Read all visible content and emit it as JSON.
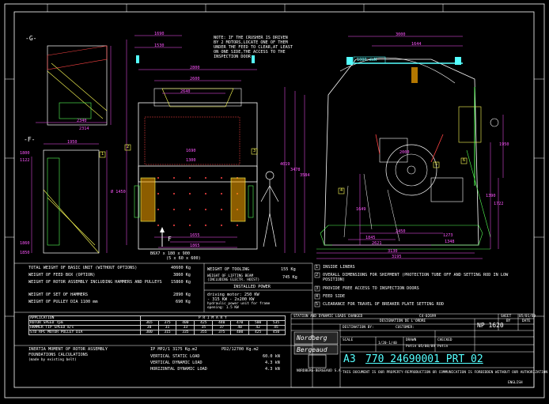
{
  "sheet": {
    "section_G": "-G-",
    "section_F": "-F-",
    "note": [
      "NOTE: IF THE CRUSHER IS DRIVEN",
      "BY 2 MOTORS,LOCATE ONE OF THEM",
      "UNDER THE FEED TO CLEAR,AT LEAST",
      "ON ONE SIDE,THE ACCESS TO THE",
      "INSPECTION DOOR"
    ],
    "force_label": "1000 daN",
    "arrow_F": "F",
    "dims_top": [
      "1690",
      "1530",
      "2800",
      "2600",
      "2640",
      "3000",
      "1644"
    ],
    "dims_front": [
      "2340",
      "1690",
      "1655",
      "1865",
      "1300"
    ],
    "dims_side": [
      "2450",
      "2000",
      "1845",
      "2621",
      "1273",
      "3130",
      "3195",
      "1348"
    ],
    "dims_vertical": [
      "4019",
      "3478",
      "3584",
      "1950",
      "1722",
      "1390",
      "1649"
    ],
    "dim_misc": [
      "2314",
      "1122",
      "1800",
      "1860",
      "1850",
      "1950",
      "Ø 1450",
      "B6X7 x 180 x 900",
      "(5 x 60 x 600)"
    ],
    "markers": [
      "1",
      "2",
      "3",
      "4",
      "5",
      "6"
    ],
    "spec_left": [
      [
        "TOTAL WEIGHT OF BASIC UNIT (WITHOUT OPTIONS)",
        "40600 Kg"
      ],
      [
        "WEIGHT OF FEED BOX (OPTION)",
        "3860 Kg"
      ],
      [
        "WEIGHT OF ROTOR ASSEMBLY INCLUDING HAMMERS AND PULLEYS",
        "15860 Kg"
      ],
      [
        "WEIGHT OF SET OF HAMMERS",
        "2890 Kg"
      ],
      [
        "WEIGHT OF PULLEY DIA 1100 mm",
        "690 Kg"
      ]
    ],
    "spec_right": [
      [
        "WEIGHT OF TOOLING",
        "155 Kg"
      ],
      [
        "WEIGHT OF LIFTING BEAM (INCLUDING ELECTR. HOIST)",
        "745 Kg"
      ]
    ],
    "power_title": "INSTALLED POWER",
    "power_lines": [
      "driving motor: 250 KW",
      "- 315 KW - 2x200 KW",
      "hydraulic power unit for frame",
      "opening: 1.5 KW"
    ],
    "legend": [
      [
        "1",
        "INSIDE LINERS"
      ],
      [
        "2",
        "OVERALL DIMENSIONS FOR SHIPMENT (PROTECTION TUBE OFF AND SETTING ROD IN LOW POSITION)"
      ],
      [
        "3",
        "PROVIDE FREE ACCESS TO INSPECTION DOORS"
      ],
      [
        "4",
        "FEED SIDE"
      ],
      [
        "5",
        "CLEARANCE FOR TRAVEL OF BREAKER PLATE SETTING ROD"
      ]
    ],
    "application_table": {
      "title": "P R I M A R Y",
      "head": "APPLICATION",
      "rows": [
        [
          "ROTOR SPEED  rpm",
          "365",
          "375",
          "400",
          "425",
          "440",
          "470",
          "500",
          "535"
        ],
        [
          "HAMMER TIP SPEED m/s",
          "30",
          "31",
          "33",
          "35",
          "37",
          "40",
          "42",
          "45"
        ],
        [
          "STD RPC MOTOR PULLEY DIA",
          "300",
          "315",
          "335",
          "355",
          "375",
          "400",
          "425",
          "450"
        ]
      ]
    },
    "inertia": [
      "INERTIA MOMENT OF ROTOR ASSEMBLY",
      "FOUNDATIONS CALCULATIONS",
      "(made by existing belt)"
    ],
    "inertia_vals": [
      "IP MP2/1 3175 Kg.m2",
      "PD2/12700 Kg.m2"
    ],
    "loads": [
      [
        "VERTICAL STATIC LOAD",
        "60.0 kN"
      ],
      [
        "VERTICAL DYNAMIC LOAD",
        "4.3 kN"
      ],
      [
        "HORIZONTAL DYNAMIC LOAD",
        "4.3 kN"
      ]
    ],
    "titleblock": {
      "header_left": "STATION AND DYNAMIC LOADS CHANGED",
      "header_code": "C4-02699",
      "header_sheet": "SHEET",
      "header_date": "05/01/89",
      "description_label": "DESIGNATION DE L'ORDRE",
      "by_label": "BY",
      "date_label": "DATE",
      "brand1": "Nordberg",
      "brand2": "Bergeaud",
      "customer_label": "CUSTOMER:",
      "destination_label": "DESTINATION BY:",
      "type_label": "NP 1620",
      "checked_label": "CHECKED",
      "scale_label": "SCALE",
      "scale_value": "1/20-1/40",
      "drawn_label": "DRAWN",
      "drawn_value": "Potin  05/08/89",
      "checked_value": "Potin",
      "size": "A3",
      "number": "770  24690001  PRT  02",
      "company": "NORDBERG-BERGEAUD S.A.",
      "property": "THIS DOCUMENT IS OUR PROPERTY-REPRODUCTION OR COMMUNICATION IS FORBIDDEN WITHOUT OUR AUTHORIZATION",
      "lang": "ENGLISH"
    }
  },
  "colors": {
    "background": "#000000",
    "frame": "#ffffff",
    "dimension": "#ff55ff",
    "outline": "#ffff55",
    "secondary": "#55ff55",
    "accent": "#55ffff",
    "hatch": "#ff4444"
  }
}
